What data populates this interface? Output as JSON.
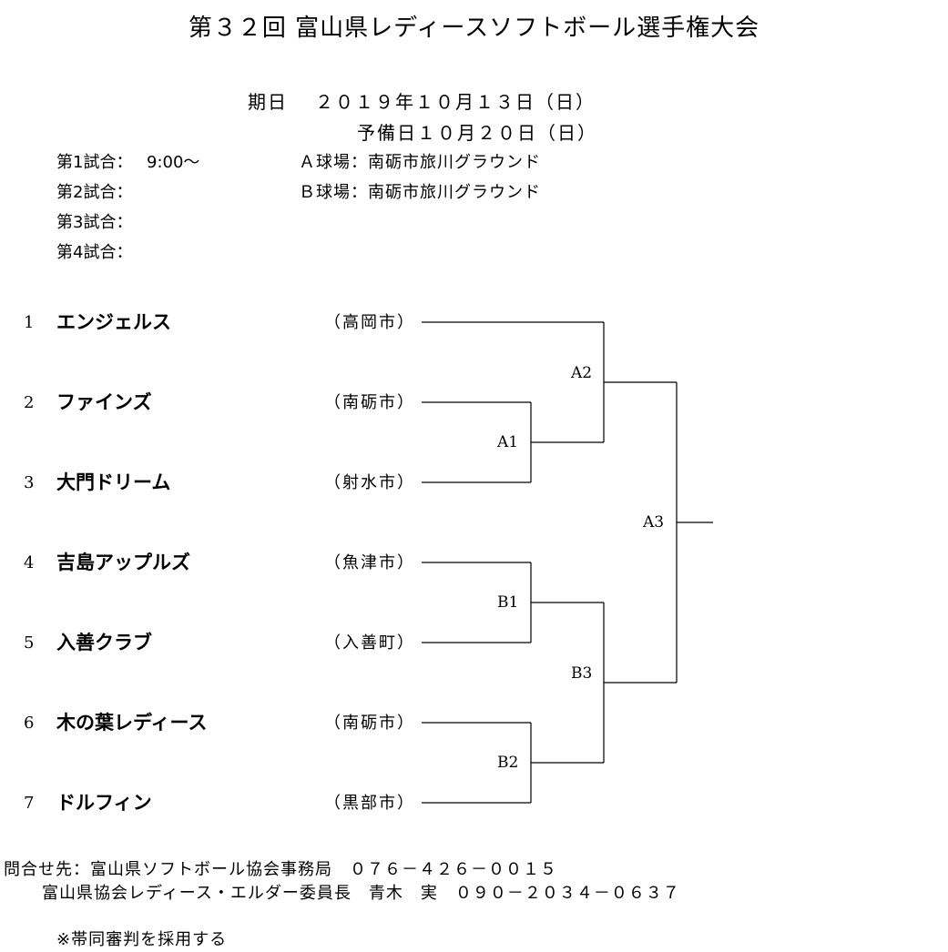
{
  "title": "第３２回 富山県レディースソフトボール選手権大会",
  "schedule": {
    "date_label": "期日",
    "date": "２０１９年１０月１３日（日）",
    "reserve_date": "予備日１０月２０日（日）"
  },
  "games": [
    {
      "label": "第1試合：",
      "time": "9:00～"
    },
    {
      "label": "第2試合：",
      "time": ""
    },
    {
      "label": "第3試合：",
      "time": ""
    },
    {
      "label": "第4試合："
    }
  ],
  "venues": [
    "Ａ球場：南砺市旅川グラウンド",
    "Ｂ球場：南砺市旅川グラウンド"
  ],
  "teams": [
    {
      "num": "1",
      "name": "エンジェルス",
      "city": "（高岡市）"
    },
    {
      "num": "2",
      "name": "ファインズ",
      "city": "（南砺市）"
    },
    {
      "num": "3",
      "name": "大門ドリーム",
      "city": "（射水市）"
    },
    {
      "num": "4",
      "name": "吉島アップルズ",
      "city": "（魚津市）"
    },
    {
      "num": "5",
      "name": "入善クラブ",
      "city": "（入善町）"
    },
    {
      "num": "6",
      "name": "木の葉レディース",
      "city": "（南砺市）"
    },
    {
      "num": "7",
      "name": "ドルフィン",
      "city": "（黒部市）"
    }
  ],
  "matches": {
    "A1": "A1",
    "A2": "A2",
    "A3": "A3",
    "B1": "B1",
    "B2": "B2",
    "B3": "B3"
  },
  "footer": {
    "contact": "問合せ先：富山県ソフトボール協会事務局　０７６－４２６－００１５",
    "chair": "富山県協会レディース・エルダー委員長　青木　実　０９０－２０３４－０６３７",
    "note": "※帯同審判を採用する"
  }
}
